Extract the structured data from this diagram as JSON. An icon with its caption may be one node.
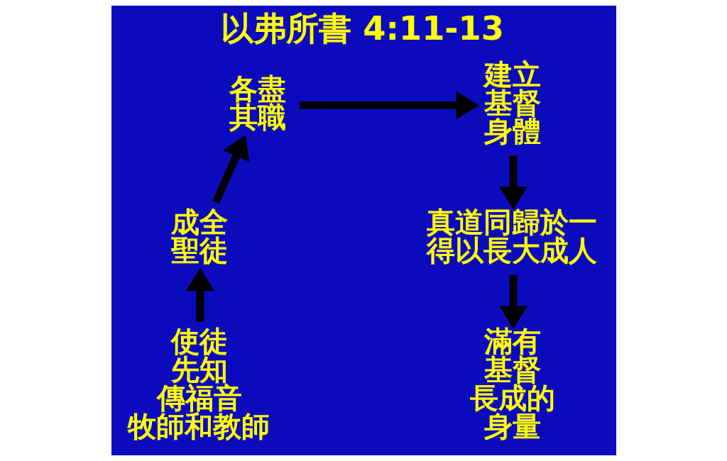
{
  "diagram": {
    "title": "以弗所書 4:11-13",
    "nodes": [
      {
        "text": [
          "各盡其職"
        ]
      },
      {
        "text": [
          "建立基督身體"
        ]
      },
      {
        "text": [
          "真道同歸於一得以長大成人"
        ]
      },
      {
        "text": [
          "滿有基督長成的身量"
        ]
      },
      {
        "text": [
          "使徒先知傳福音牧師和教師"
        ]
      },
      {
        "text": [
          "成全聖徒"
        ]
      }
    ],
    "edges": [
      {
        "from": 5,
        "to": 0,
        "arrow": "to"
      },
      {
        "from": 0,
        "to": 1,
        "arrow": "to"
      },
      {
        "from": 1,
        "to": 2,
        "arrow": "to"
      },
      {
        "from": 2,
        "to": 3,
        "arrow": "to"
      },
      {
        "from": 4,
        "to": 5,
        "arrow": "to"
      }
    ]
  }
}
